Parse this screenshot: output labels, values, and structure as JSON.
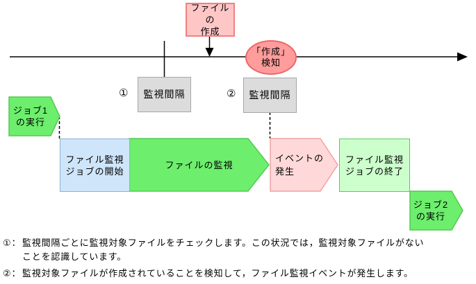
{
  "diagram": {
    "file_creation_label": "ファイルの\n作成",
    "detect_label": "「作成」\n検知",
    "interval1_label": "監視間隔",
    "interval2_label": "監視間隔",
    "marker1": "①",
    "marker2": "②",
    "job1_label": "ジョブ1\nの実行",
    "job_start_label": "ファイル監視\nジョブの開始",
    "monitor_label": "ファイルの監視",
    "event_label": "イベントの\n発生",
    "job_end_label": "ファイル監視\nジョブの終了",
    "job2_label": "ジョブ2\nの実行"
  },
  "footnotes": [
    {
      "marker": "①：",
      "text": "監視間隔ごとに監視対象ファイルをチェックします。この状況では，監視対象ファイルがない\nことを認識しています。"
    },
    {
      "marker": "②：",
      "text": "監視対象ファイルが作成されていることを検知して，ファイル監視イベントが発生します。"
    }
  ],
  "colors": {
    "pink_fill": "#ffc6c6",
    "pink_border": "#ef8080",
    "red_fill": "#ff9c9c",
    "red_border": "#ee6666",
    "gray_fill": "#dcdcdc",
    "gray_border": "#a6a6a6",
    "blue_fill": "#cfe5fa",
    "blue_border": "#8cb0d8",
    "green_fill": "#6dee6d",
    "green_border": "#54c854",
    "eventpink_fill": "#ffd9d9",
    "eventpink_border": "#f0a2a2",
    "lightgreen_fill": "#ccffcc",
    "lightgreen_border": "#55cc55",
    "line_color": "#000000"
  }
}
